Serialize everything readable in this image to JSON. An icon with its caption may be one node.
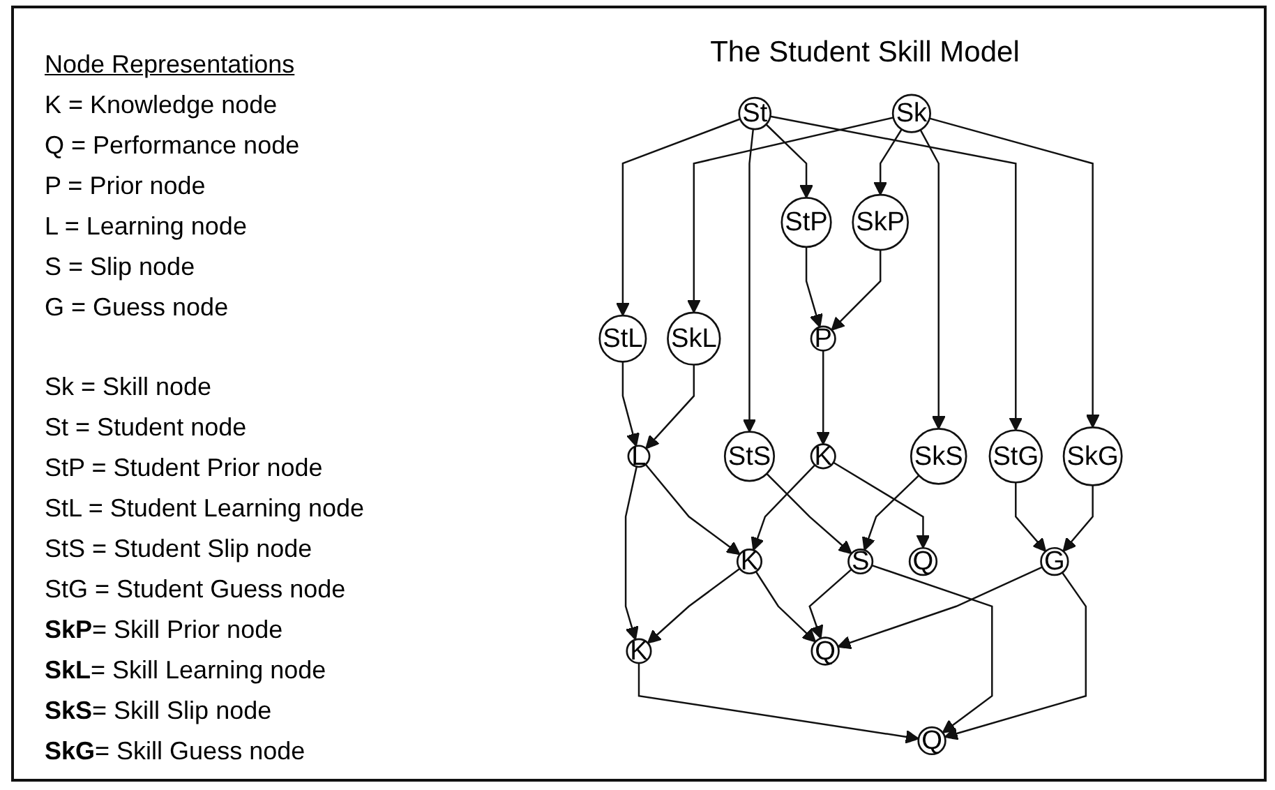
{
  "diagram": {
    "title": "The Student Skill Model",
    "nodes": [
      {
        "text": [
          "St"
        ]
      },
      {
        "text": [
          "Sk"
        ]
      },
      {
        "text": [
          "StP"
        ]
      },
      {
        "text": [
          "StL"
        ]
      },
      {
        "text": [
          "StS"
        ]
      },
      {
        "text": [
          "StG"
        ]
      },
      {
        "text": [
          "SkP"
        ]
      },
      {
        "text": [
          "SkL"
        ]
      },
      {
        "text": [
          "SkS"
        ]
      },
      {
        "text": [
          "SkG"
        ]
      },
      {
        "text": [
          "P"
        ]
      },
      {
        "text": [
          "L"
        ]
      },
      {
        "text": [
          "S"
        ]
      },
      {
        "text": [
          "G"
        ]
      },
      {
        "text": [
          "K"
        ]
      },
      {
        "text": [
          "K"
        ]
      },
      {
        "text": [
          "K"
        ]
      },
      {
        "text": [
          "Q"
        ]
      },
      {
        "text": [
          "Q"
        ]
      },
      {
        "text": [
          "Q"
        ]
      }
    ],
    "edges": [
      {
        "from": 0,
        "to": 2,
        "arrow": "to"
      },
      {
        "from": 0,
        "to": 3,
        "arrow": "to"
      },
      {
        "from": 0,
        "to": 4,
        "arrow": "to"
      },
      {
        "from": 0,
        "to": 5,
        "arrow": "to"
      },
      {
        "from": 1,
        "to": 6,
        "arrow": "to"
      },
      {
        "from": 1,
        "to": 7,
        "arrow": "to"
      },
      {
        "from": 1,
        "to": 8,
        "arrow": "to"
      },
      {
        "from": 1,
        "to": 9,
        "arrow": "to"
      },
      {
        "from": 2,
        "to": 10,
        "arrow": "to"
      },
      {
        "from": 6,
        "to": 10,
        "arrow": "to"
      },
      {
        "from": 3,
        "to": 11,
        "arrow": "to"
      },
      {
        "from": 7,
        "to": 11,
        "arrow": "to"
      },
      {
        "from": 4,
        "to": 12,
        "arrow": "to"
      },
      {
        "from": 8,
        "to": 12,
        "arrow": "to"
      },
      {
        "from": 5,
        "to": 13,
        "arrow": "to"
      },
      {
        "from": 9,
        "to": 13,
        "arrow": "to"
      },
      {
        "from": 10,
        "to": 14,
        "arrow": "to"
      },
      {
        "from": 11,
        "to": 15,
        "arrow": "to"
      },
      {
        "from": 11,
        "to": 16,
        "arrow": "to"
      },
      {
        "from": 14,
        "to": 15,
        "arrow": "to"
      },
      {
        "from": 15,
        "to": 16,
        "arrow": "to"
      },
      {
        "from": 14,
        "to": 17,
        "arrow": "to"
      },
      {
        "from": 15,
        "to": 18,
        "arrow": "to"
      },
      {
        "from": 16,
        "to": 19,
        "arrow": "to"
      },
      {
        "from": 12,
        "to": 18,
        "arrow": "to"
      },
      {
        "from": 12,
        "to": 19,
        "arrow": "to"
      },
      {
        "from": 13,
        "to": 18,
        "arrow": "to"
      },
      {
        "from": 13,
        "to": 19,
        "arrow": "to"
      }
    ],
    "labels": [
      "Node Representations",
      "K = Knowledge node",
      "Q = Performance node",
      "P = Prior node",
      "L = Learning node",
      "S = Slip node",
      "G = Guess node",
      "Sk = Skill node",
      "St = Student node",
      "StP = Student Prior node",
      "StL = Student Learning node",
      "StS = Student Slip node",
      "StG = Student Guess node",
      "**SkP**= Skill Prior node",
      "**SkL**= Skill Learning node",
      "**SkS**= Skill Slip node",
      "**SkG**= Skill Guess node"
    ]
  }
}
